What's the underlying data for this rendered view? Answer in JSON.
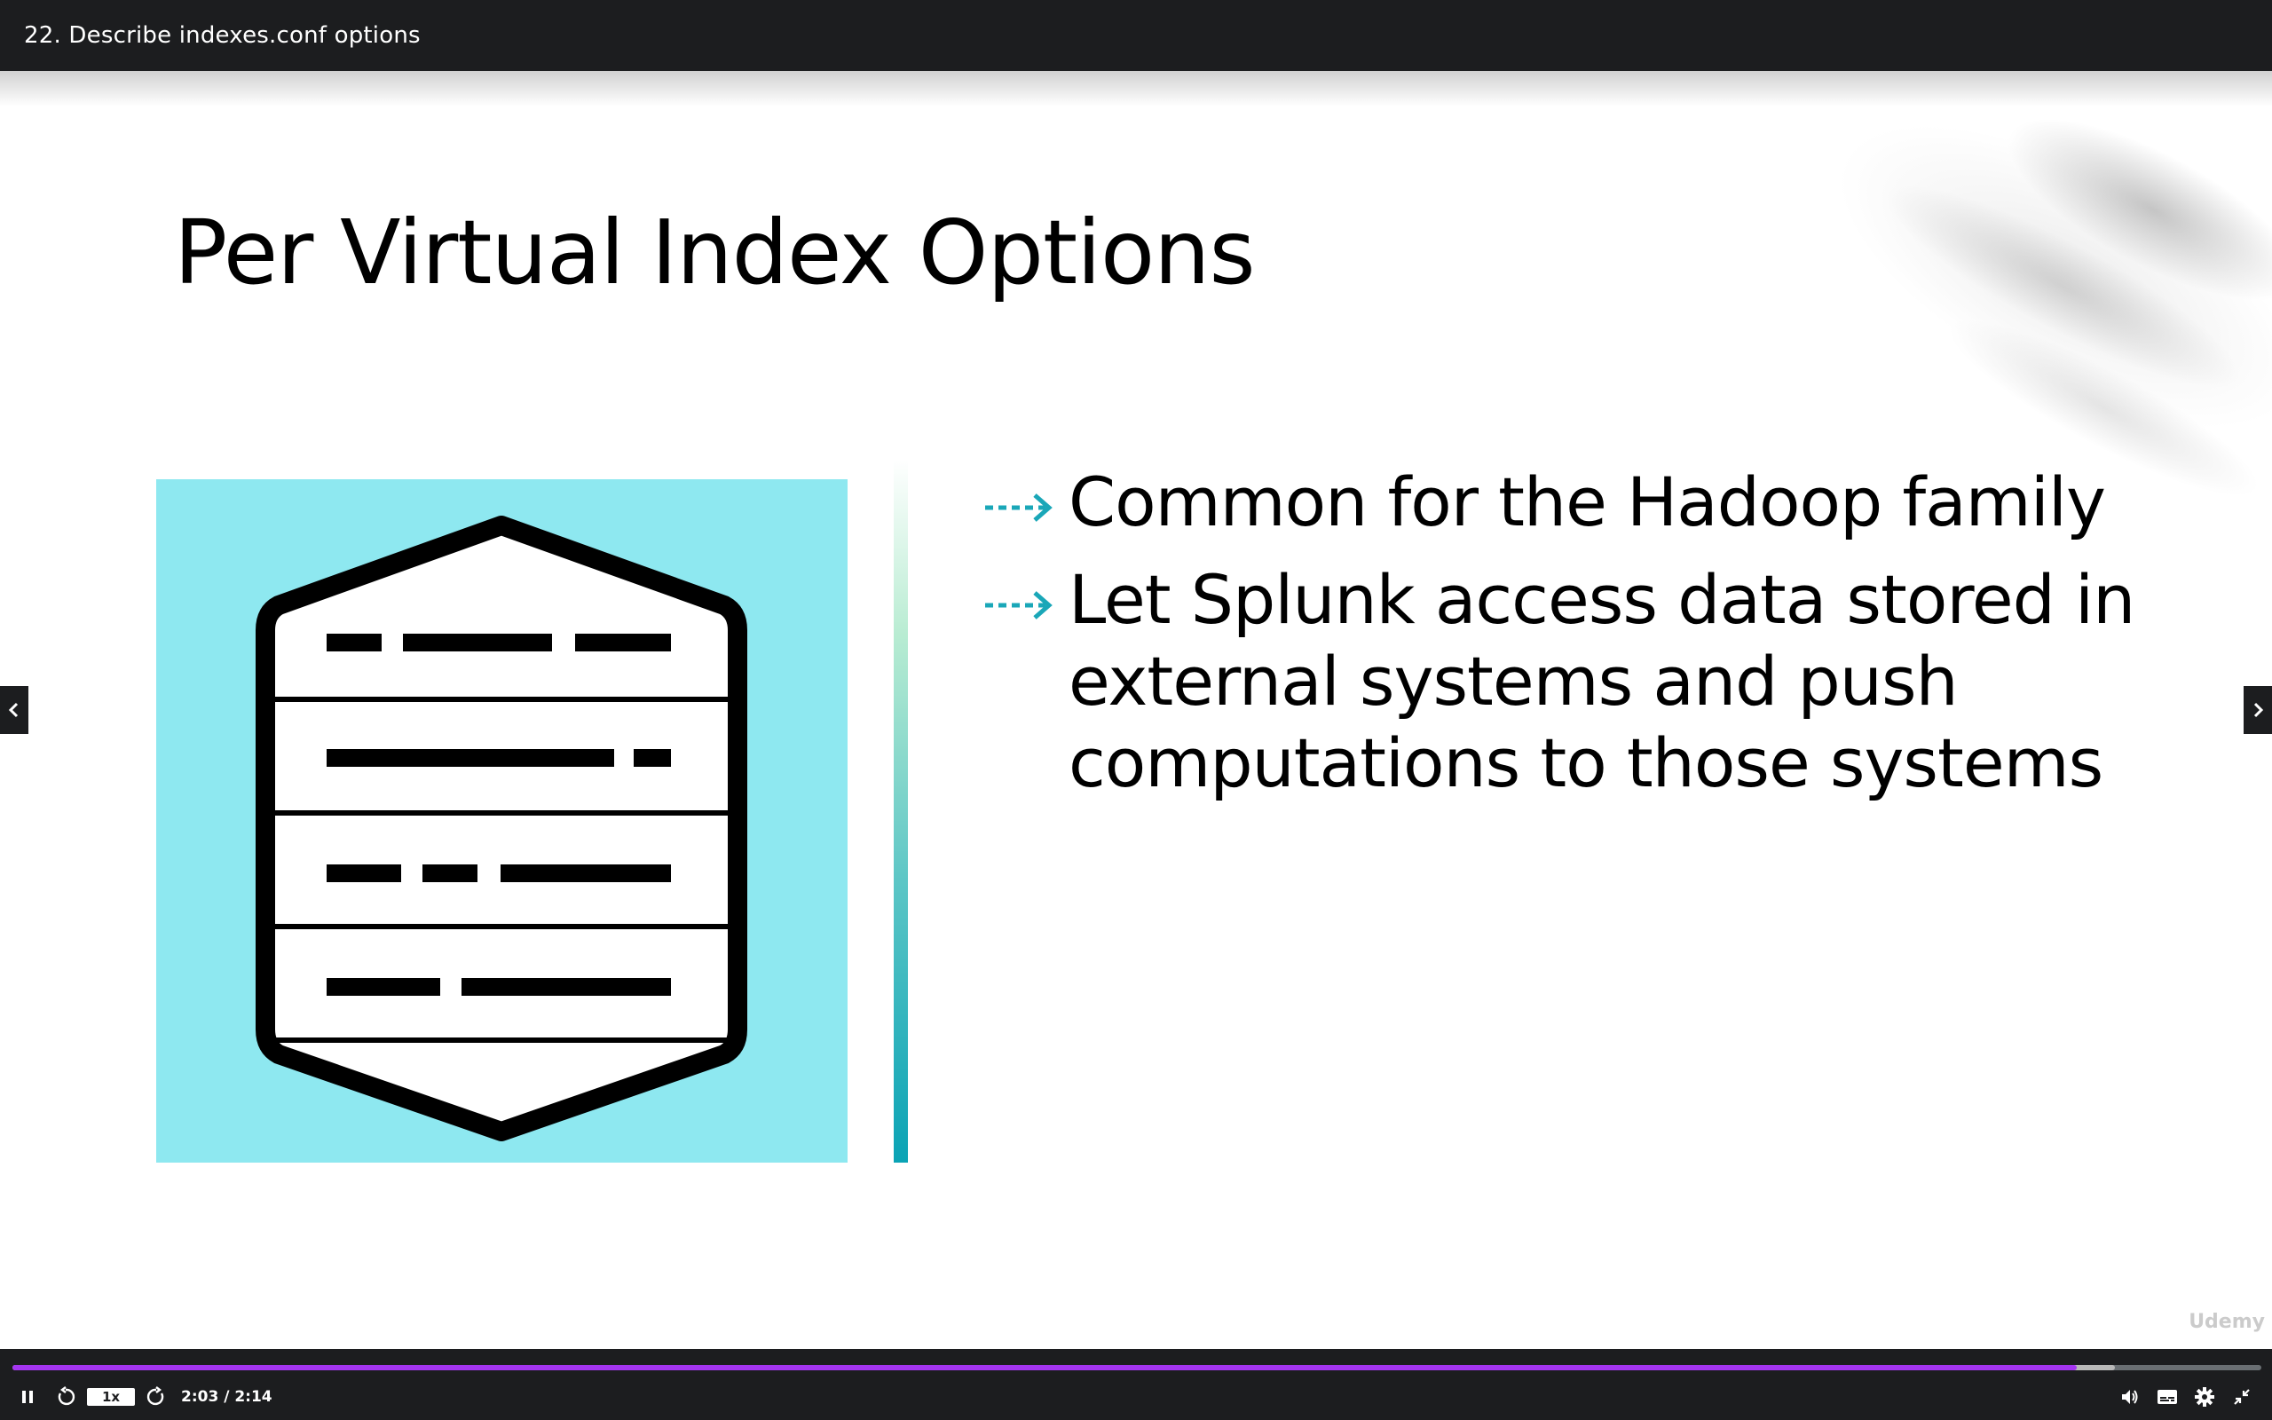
{
  "header": {
    "lecture_title": "22. Describe indexes.conf options"
  },
  "slide": {
    "title": "Per Virtual Index Options",
    "bullets": [
      "Common for the Hadoop family",
      "Let Splunk access data stored in external systems and push computations to those systems"
    ],
    "image_icon": "server-rack-icon",
    "watermark": "Udemy"
  },
  "player": {
    "speed_label": "1x",
    "time_display": "2:03 / 2:14",
    "progress_fraction": 0.918,
    "buffered_fraction": 0.935,
    "accent_color": "#a435f0",
    "icons": [
      "pause-icon",
      "rewind-icon",
      "forward-icon",
      "volume-icon",
      "captions-icon",
      "settings-icon",
      "exit-fullscreen-icon"
    ]
  },
  "nav": {
    "prev_icon": "chevron-left-icon",
    "next_icon": "chevron-right-icon"
  }
}
